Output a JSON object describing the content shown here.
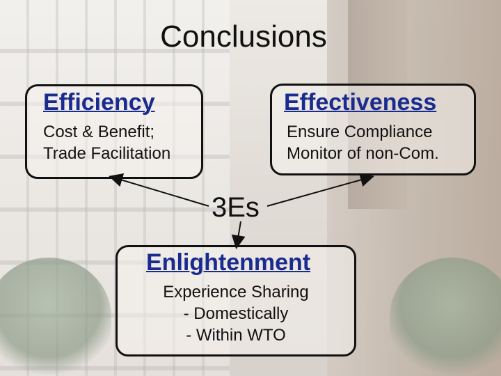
{
  "title": "Conclusions",
  "center_label": "3Es",
  "nodes": {
    "efficiency": {
      "heading": "Efficiency",
      "lines": [
        "Cost & Benefit;",
        "Trade Facilitation"
      ]
    },
    "effectiveness": {
      "heading": "Effectiveness",
      "lines": [
        "Ensure Compliance",
        "Monitor of non-Com."
      ]
    },
    "enlightenment": {
      "heading": "Enlightenment",
      "lines": [
        "Experience Sharing",
        "- Domestically",
        "- Within WTO"
      ]
    }
  },
  "colors": {
    "heading": "#1a2b8f",
    "text": "#111111",
    "border": "#111111"
  }
}
